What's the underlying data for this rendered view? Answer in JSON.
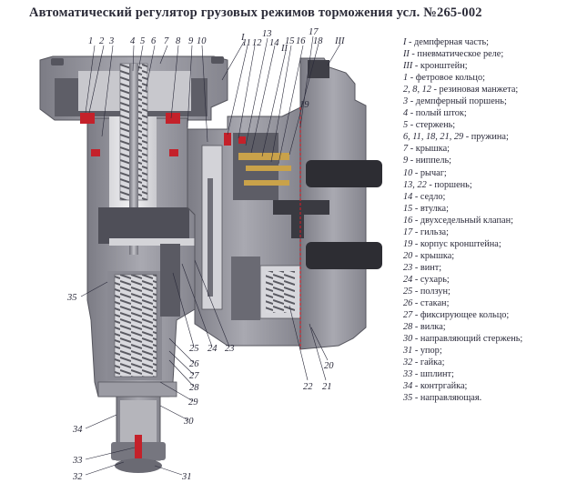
{
  "title": "Автоматический регулятор грузовых режимов торможения усл. №265-002",
  "legend": [
    {
      "n": "I",
      "t": " - демпферная  часть;"
    },
    {
      "n": "II",
      "t": " - пневматическое реле;"
    },
    {
      "n": "III",
      "t": " - кронштейн;"
    },
    {
      "n": "1",
      "t": " - фетровое кольцо;"
    },
    {
      "n": "2, 8, 12",
      "t": " - резиновая манжета;"
    },
    {
      "n": "3",
      "t": " - демпферный поршень;"
    },
    {
      "n": "4",
      "t": " - полый шток;"
    },
    {
      "n": "5",
      "t": " - стержень;"
    },
    {
      "n": "6, 11, 18, 21, 29",
      "t": " - пружина;"
    },
    {
      "n": "7",
      "t": " - крышка;"
    },
    {
      "n": "9",
      "t": " - ниппель;"
    },
    {
      "n": "10",
      "t": " - рычаг;"
    },
    {
      "n": "13, 22",
      "t": " - поршень;"
    },
    {
      "n": "14",
      "t": " - седло;"
    },
    {
      "n": "15",
      "t": " - втулка;"
    },
    {
      "n": "16",
      "t": " - двухседельный клапан;"
    },
    {
      "n": "17",
      "t": " - гильза;"
    },
    {
      "n": "19",
      "t": " - корпус кронштейна;"
    },
    {
      "n": "20",
      "t": " - крышка;"
    },
    {
      "n": "23",
      "t": " - винт;"
    },
    {
      "n": "24",
      "t": " - сухарь;"
    },
    {
      "n": "25",
      "t": " - ползун;"
    },
    {
      "n": "26",
      "t": " - стакан;"
    },
    {
      "n": "27",
      "t": " - фиксирующее кольцо;"
    },
    {
      "n": "28",
      "t": " - вилка;"
    },
    {
      "n": "30",
      "t": " - направляющий стержень;"
    },
    {
      "n": "31",
      "t": " - упор;"
    },
    {
      "n": "32",
      "t": " - гайка;"
    },
    {
      "n": "33",
      "t": " - шплинт;"
    },
    {
      "n": "34",
      "t": " - контргайка;"
    },
    {
      "n": "35",
      "t": " - направляющая."
    }
  ],
  "callouts": {
    "c1": "1",
    "c2": "2",
    "c3": "3",
    "c4": "4",
    "c5": "5",
    "c6": "6",
    "c7": "7",
    "c8": "8",
    "c9": "9",
    "c10": "10",
    "cI": "I",
    "c11": "11",
    "c12": "12",
    "c13": "13",
    "c14": "14",
    "cII": "II",
    "c15": "15",
    "c16": "16",
    "c17": "17",
    "c18": "18",
    "cIII": "III",
    "c19": "19",
    "c20": "20",
    "c21": "21",
    "c22": "22",
    "c23": "23",
    "c24": "24",
    "c25": "25",
    "c26": "26",
    "c27": "27",
    "c28": "28",
    "c29": "29",
    "c30": "30",
    "c31": "31",
    "c32": "32",
    "c33": "33",
    "c34": "34",
    "c35": "35"
  },
  "colors": {
    "body": "#9a9aa2",
    "body_dark": "#6d6d76",
    "cavity": "#e9e9ec",
    "seal": "#c4212a",
    "brass": "#c9a24a",
    "text": "#2a2a3a"
  }
}
